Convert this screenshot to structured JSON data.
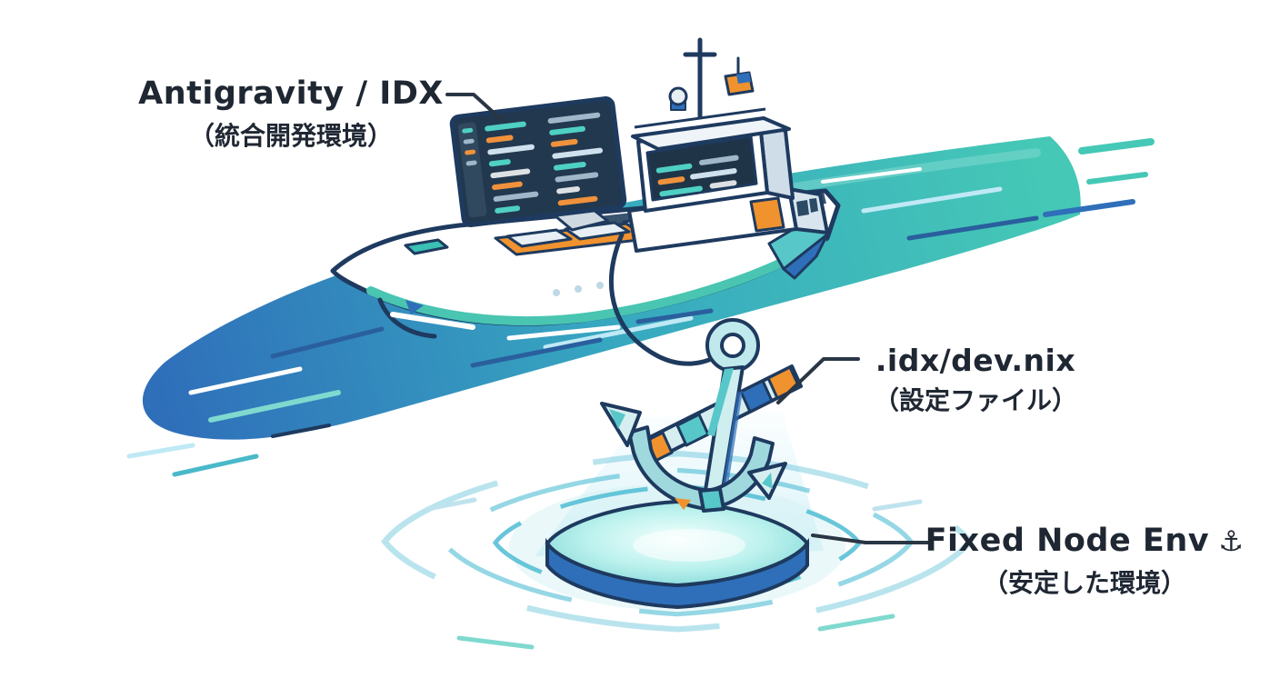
{
  "labels": {
    "ide": {
      "line1": "Antigravity / IDX",
      "line2": "（統合開発環境）"
    },
    "config": {
      "line1": ".idx/dev.nix",
      "line2": "（設定ファイル）"
    },
    "env": {
      "line1": "Fixed Node Env",
      "icon": "⚓",
      "line2": "（安定した環境）"
    }
  },
  "illustration": {
    "description": "Boat (IDE) on a data stream, anchored by a config-file anchor to a glowing fixed platform",
    "icons": [
      {
        "name": "anchor-icon",
        "glyph": "⚓"
      },
      {
        "name": "code-screen",
        "meaning": "IDE editor panels with code lines"
      }
    ],
    "colors": {
      "outline_navy": "#1e3a5f",
      "teal": "#45c8b6",
      "light_teal": "#7fd9cf",
      "blue": "#2f6fba",
      "light_blue": "#bfe3f2",
      "orange": "#f0922e",
      "screen_dark": "#22384e",
      "glow_cyan": "#d6f1f4",
      "text": "#1f2733"
    }
  }
}
